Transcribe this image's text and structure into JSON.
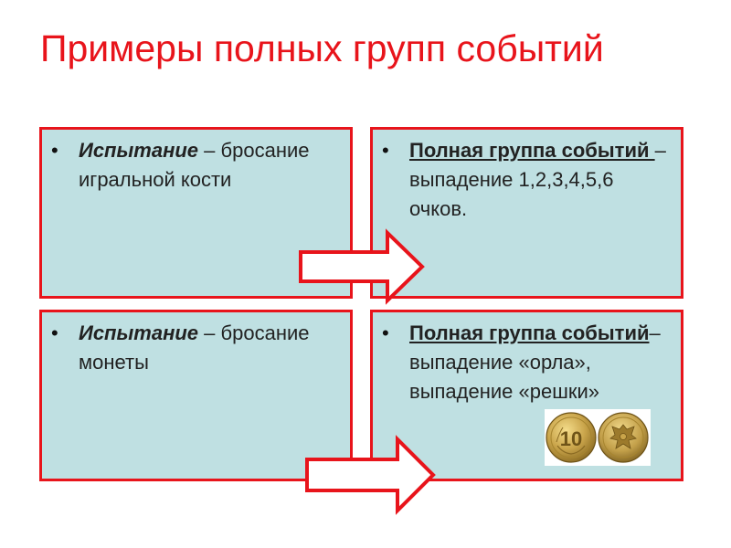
{
  "slide": {
    "title": "Примеры полных групп событий"
  },
  "boxes": {
    "top_left": {
      "term": "Испытание",
      "rest": " – бросание игральной кости"
    },
    "top_right": {
      "term": "Полная группа событий ",
      "rest": "– выпадение 1,2,3,4,5,6 очков."
    },
    "bottom_left": {
      "term": "Испытание",
      "rest": " – бросание монеты"
    },
    "bottom_right": {
      "term": "Полная группа событий",
      "rest": "– выпадение «орла», выпадение «решки»"
    }
  },
  "bullet_symbol": "•",
  "coin_image": {
    "numeral": "10"
  },
  "colors": {
    "title": "#e8141b",
    "box_border": "#e8141b",
    "box_fill": "#bfe0e2",
    "arrow_fill": "#ffffff",
    "arrow_stroke": "#e8141b"
  }
}
